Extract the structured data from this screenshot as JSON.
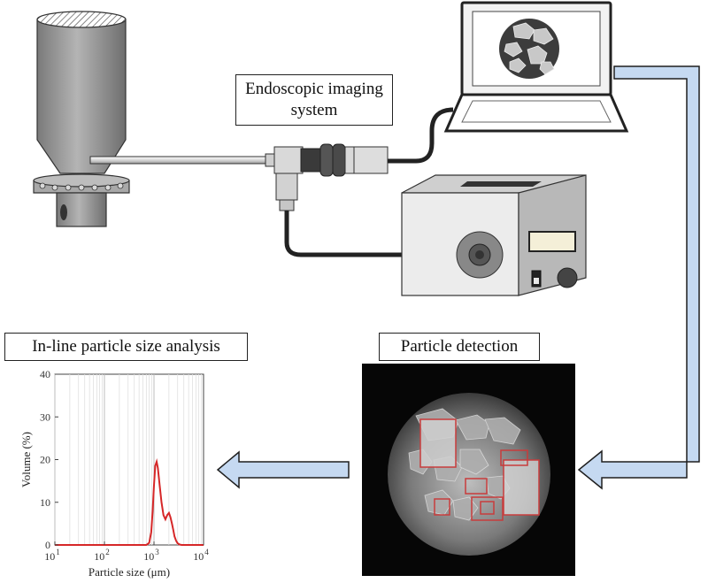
{
  "labels": {
    "endoscope": "Endoscopic imaging system",
    "detection": "Particle detection",
    "analysis": "In-line particle size analysis"
  },
  "colors": {
    "arrow_fill": "#c5d9f1",
    "arrow_stroke": "#1f1f1f",
    "curve": "#d62728",
    "detection_box": "#c83c3c",
    "hopper": "#8c8c8c"
  },
  "chart_data": {
    "type": "line",
    "title": "",
    "xlabel": "Particle size (μm)",
    "ylabel": "Volume (%)",
    "xscale": "log",
    "xlim": [
      10,
      10000
    ],
    "ylim": [
      0,
      40
    ],
    "x_ticks": [
      {
        "base": "10",
        "exp": "1"
      },
      {
        "base": "10",
        "exp": "2"
      },
      {
        "base": "10",
        "exp": "3"
      },
      {
        "base": "10",
        "exp": "4"
      }
    ],
    "y_ticks": [
      "0",
      "10",
      "20",
      "30",
      "40"
    ],
    "grid": true,
    "series": [
      {
        "x": [
          10,
          100,
          700,
          800,
          880,
          940,
          1000,
          1060,
          1130,
          1200,
          1300,
          1420,
          1550,
          1700,
          1850,
          2000,
          2150,
          2300,
          2450,
          2600,
          2800,
          3000,
          3300,
          3600,
          10000
        ],
        "y": [
          0,
          0,
          0,
          0.5,
          3,
          8,
          14,
          18.5,
          19.5,
          18,
          14,
          10,
          7,
          6,
          7,
          7.5,
          6.5,
          5,
          3.5,
          2,
          1,
          0.4,
          0.1,
          0,
          0
        ]
      }
    ]
  }
}
